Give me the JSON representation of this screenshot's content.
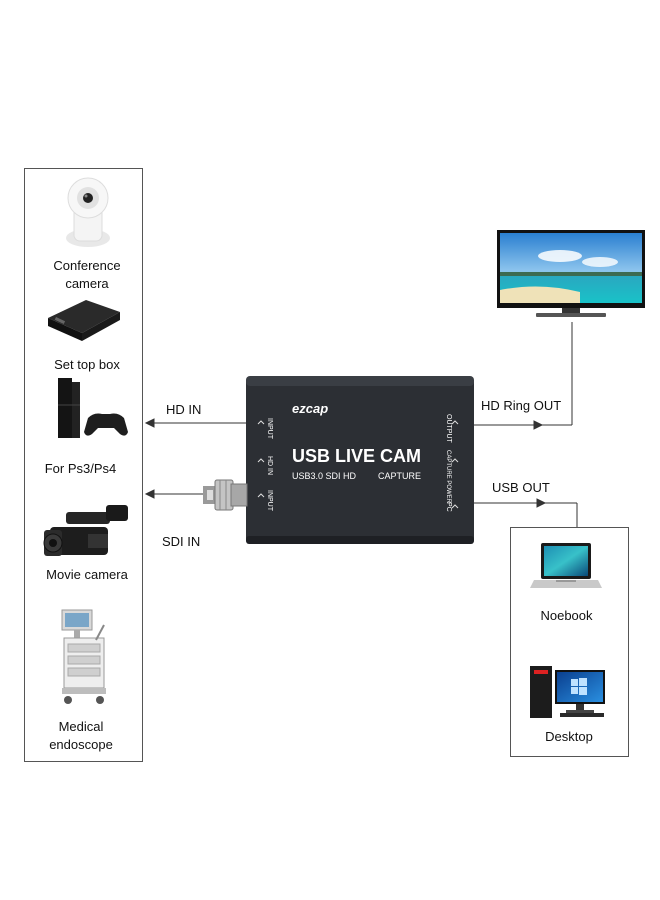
{
  "left_devices": [
    {
      "label_lines": [
        "Conference",
        "camera"
      ],
      "icon": "conference-camera-icon"
    },
    {
      "label_lines": [
        "Set top box"
      ],
      "icon": "set-top-box-icon"
    },
    {
      "label_lines": [
        "For Ps3/Ps4"
      ],
      "icon": "game-console-icon"
    },
    {
      "label_lines": [
        "Movie camera"
      ],
      "icon": "movie-camera-icon"
    },
    {
      "label_lines": [
        "Medical",
        "endoscope"
      ],
      "icon": "endoscope-cart-icon"
    }
  ],
  "right_devices": [
    {
      "label": "Noebook",
      "icon": "laptop-icon"
    },
    {
      "label": "Desktop",
      "icon": "desktop-pc-icon"
    }
  ],
  "connections": {
    "hd_in": "HD IN",
    "sdi_in": "SDI IN",
    "hd_ring_out": "HD Ring OUT",
    "usb_out": "USB OUT"
  },
  "device": {
    "brand": "ezcap",
    "title": "USB LIVE CAM",
    "subtitle_left": "USB3.0 SDI HD",
    "subtitle_right": "CAPTURE",
    "port_labels_left": [
      "INPUT",
      "HD IN",
      "INPUT"
    ],
    "port_labels_right": [
      "OUTPUT",
      "CAPTURE POWER",
      "PC"
    ],
    "body_color": "#2c2f34"
  },
  "tv_icon": "tv-monitor-icon"
}
